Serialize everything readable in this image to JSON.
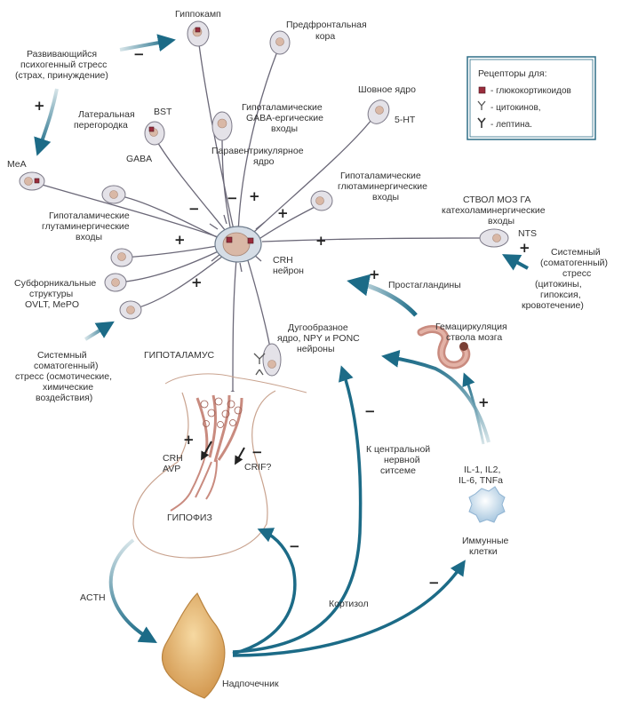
{
  "legend": {
    "title": "Рецепторы для:",
    "items": [
      {
        "icon": "glucocorticoid-receptor-icon",
        "label": "- глюкокортикоидов"
      },
      {
        "icon": "cytokine-receptor-icon",
        "label": "- цитокинов,"
      },
      {
        "icon": "leptin-receptor-icon",
        "label": "- лептина."
      }
    ]
  },
  "labels": {
    "hippocampus": "Гиппокамп",
    "prefrontal_1": "Предфронтальная",
    "prefrontal_2": "кора",
    "stress_psy_1": "Развивающийся",
    "stress_psy_2": "психогенный стресс",
    "stress_psy_3": "(страх, принуждение)",
    "lateral_septum_1": "Латеральная",
    "lateral_septum_2": "перегородка",
    "bst": "BST",
    "gaba": "GABA",
    "hypo_gaba_1": "Гипоталамические",
    "hypo_gaba_2": "GABA-ергические",
    "hypo_gaba_3": "входы",
    "raphe": "Шовное ядро",
    "ht5": "5-HT",
    "paraventricular_1": "Паравентрикулярное",
    "paraventricular_2": "ядро",
    "mea": "MeA",
    "hypo_glu_right_1": "Гипоталамические",
    "hypo_glu_right_2": "глютаминергические",
    "hypo_glu_right_3": "входы",
    "brainstem_1": "СТВОЛ МОЗ ГА",
    "brainstem_2": "катехоламинергические",
    "brainstem_3": "входы",
    "nts": "NTS",
    "hypo_glu_left_1": "Гипоталамические",
    "hypo_glu_left_2": "глутаминергические",
    "hypo_glu_left_3": "входы",
    "systemic_right_1": "Системный",
    "systemic_right_2": "(соматогенный)",
    "systemic_right_3": "стресс",
    "systemic_right_4": "(цитокины,",
    "systemic_right_5": "гипоксия,",
    "systemic_right_6": "кровотечение)",
    "crh_neuron_1": "CRH",
    "crh_neuron_2": "нейрон",
    "subfornical_1": "Субфорникальные",
    "subfornical_2": "структуры",
    "subfornical_3": "OVLT, MePO",
    "prostaglandins": "Простагландины",
    "arcuate_1": "Дугообразное",
    "arcuate_2": "ядро, NPY и PONC",
    "arcuate_3": "нейроны",
    "circ_1": "Гемациркуляция",
    "circ_2": "ствола мозга",
    "systemic_left_1": "Системный",
    "systemic_left_2": "соматогенный)",
    "systemic_left_3": "стресс (осмотические,",
    "systemic_left_4": "химические",
    "systemic_left_5": "воздействия)",
    "hypothalamus": "ГИПОТАЛАМУС",
    "crh_avp_1": "CRH",
    "crh_avp_2": "AVP",
    "crif": "CRIF?",
    "to_cns_1": "К центральной",
    "to_cns_2": "нервной",
    "to_cns_3": "ситсеме",
    "cytokines_1": "IL-1, IL2,",
    "cytokines_2": "IL-6, TNFa",
    "pituitary": "ГИПОФИЗ",
    "immune_1": "Иммунные",
    "immune_2": "клетки",
    "acth": "ACTH",
    "cortisol": "Кортизол",
    "adrenal": "Надпочечник"
  },
  "signs": {
    "plus": "+",
    "minus": "−"
  },
  "colors": {
    "teal_arrow": "#1c6b87",
    "receptor_box": "#9a2d3c",
    "adrenal": "#e8b873",
    "vessel": "#c98b7f"
  }
}
